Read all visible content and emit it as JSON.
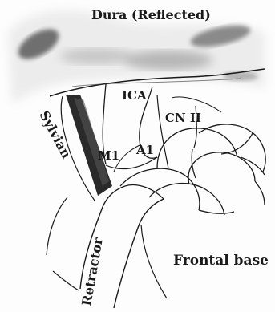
{
  "figure": {
    "labels": {
      "dura": "Dura (Reflected)",
      "ica": "ICA",
      "cn2": "CN II",
      "sylvian": "Sylvian",
      "m1": "M1",
      "a1": "A1",
      "retractor": "Retractor",
      "frontal_base": "Frontal base"
    },
    "colors": {
      "ink": "#1a1a1a",
      "shade": "#5a5a5a",
      "background": "#fdfdfd"
    }
  }
}
